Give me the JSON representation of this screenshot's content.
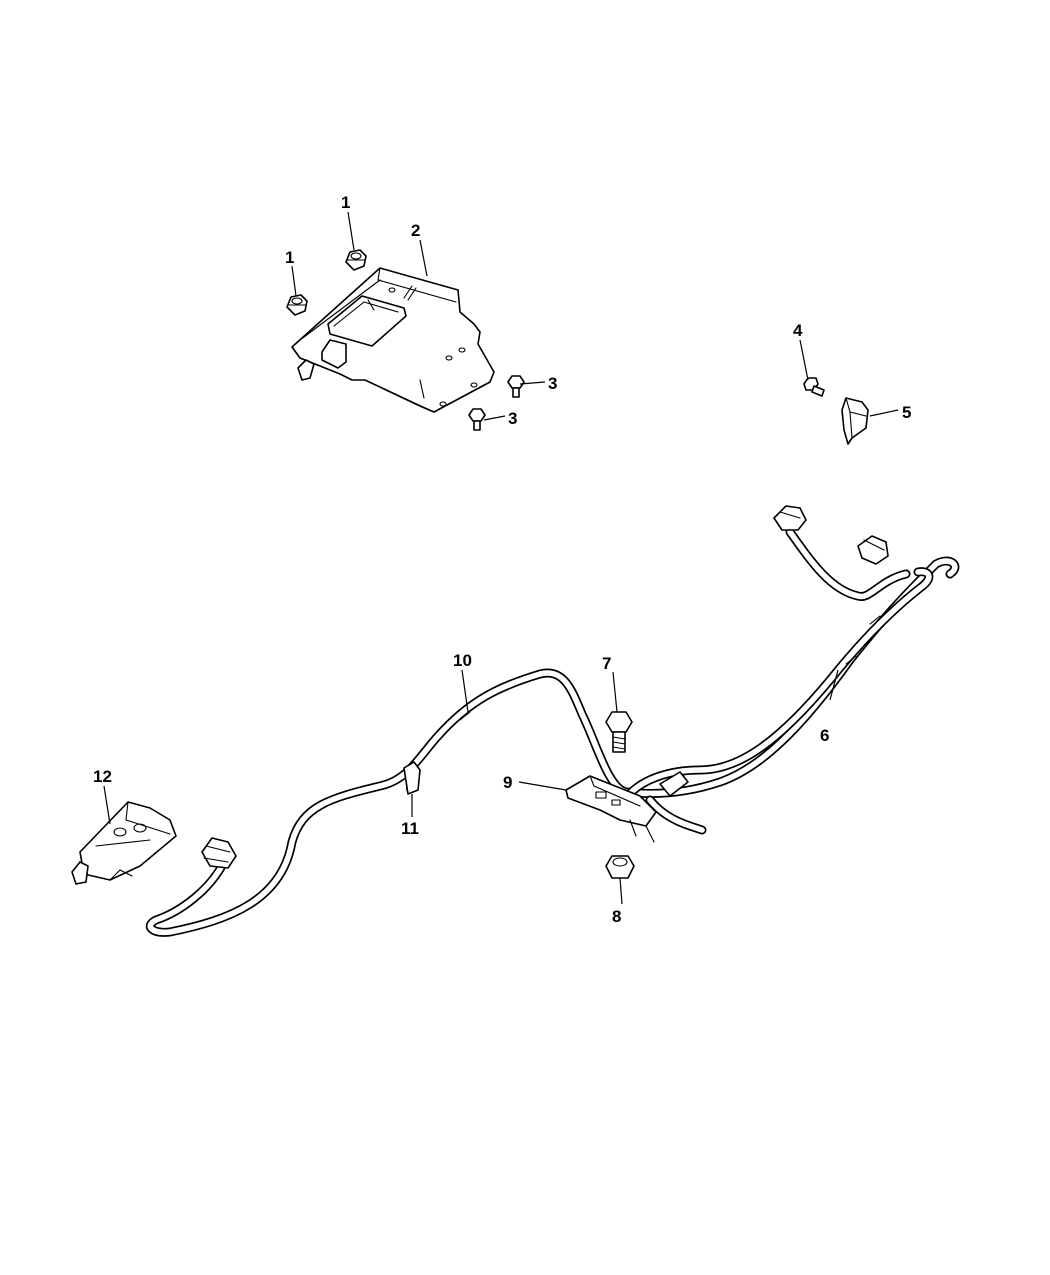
{
  "diagram": {
    "callouts": [
      {
        "id": "c1a",
        "label": "1"
      },
      {
        "id": "c1b",
        "label": "1"
      },
      {
        "id": "c2",
        "label": "2"
      },
      {
        "id": "c3a",
        "label": "3"
      },
      {
        "id": "c3b",
        "label": "3"
      },
      {
        "id": "c4",
        "label": "4"
      },
      {
        "id": "c5",
        "label": "5"
      },
      {
        "id": "c6",
        "label": "6"
      },
      {
        "id": "c7",
        "label": "7"
      },
      {
        "id": "c8",
        "label": "8"
      },
      {
        "id": "c9",
        "label": "9"
      },
      {
        "id": "c10",
        "label": "10"
      },
      {
        "id": "c11",
        "label": "11"
      },
      {
        "id": "c12",
        "label": "12"
      }
    ]
  }
}
